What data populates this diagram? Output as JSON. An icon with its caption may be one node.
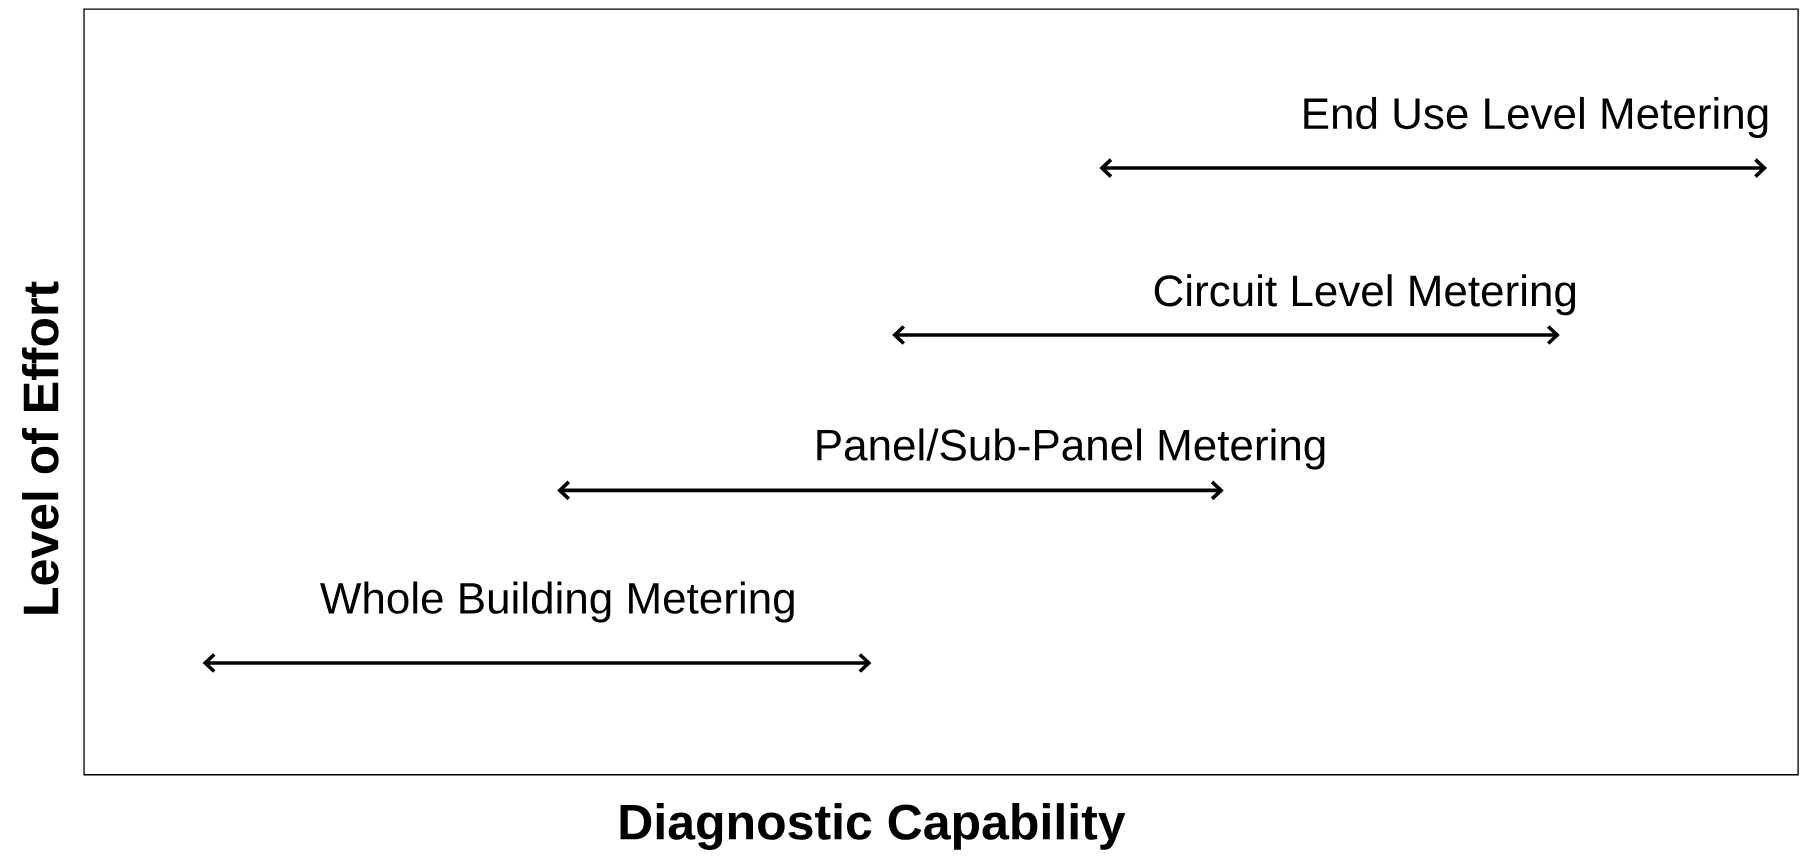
{
  "diagram": {
    "labels": [
      "End Use Level Metering",
      "Circuit Level Metering",
      "Panel/Sub-Panel Metering",
      "Whole Building Metering",
      "Level of Effort",
      "Diagnostic Capability"
    ]
  }
}
